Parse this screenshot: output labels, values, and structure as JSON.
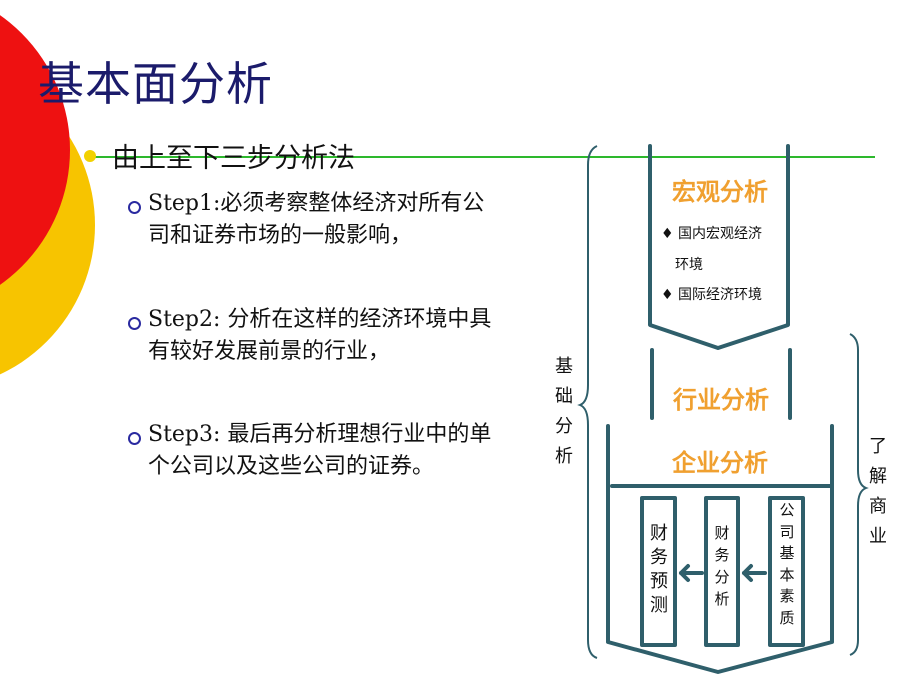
{
  "slide": {
    "title": "基本面分析",
    "heading": "由上至下三步分析法",
    "steps": [
      "Step1:必须考察整体经济对所有公司和证券市场的一般影响，",
      "Step2: 分析在这样的经济环境中具有较好发展前景的行业，",
      "Step3: 最后再分析理想行业中的单个公司以及这些公司的证券。"
    ]
  },
  "diagram": {
    "macro": {
      "title": "宏观分析",
      "items": [
        "国内宏观经济环境",
        "国际经济环境"
      ],
      "item_lines": [
        "♦ 国内宏观经济",
        "环境",
        "♦ 国际经济环境"
      ]
    },
    "industry": {
      "title": "行业分析"
    },
    "company": {
      "title": "企业分析",
      "boxes": [
        "公司基本素质",
        "财务分析",
        "财务预测"
      ]
    },
    "left_label": "基础分析",
    "right_label": "了解商业"
  },
  "colors": {
    "title": "#1b1b6b",
    "stage_title": "#f0a030",
    "diagram_line": "#2f5f6b",
    "divider": "#2db82d",
    "red_circle": "#ee1111",
    "yellow_circle": "#f7c400"
  }
}
